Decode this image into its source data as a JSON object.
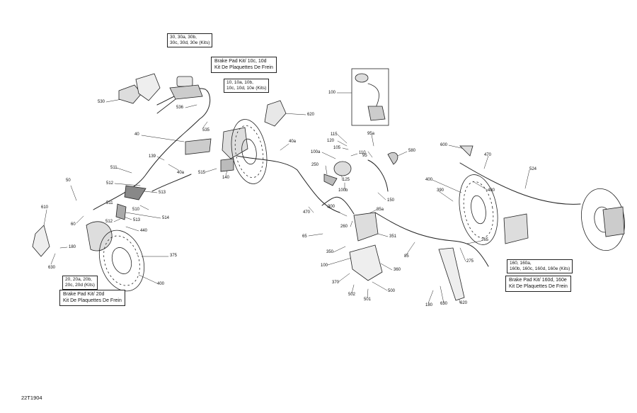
{
  "drawing_code": "22T1904",
  "kit_boxes": {
    "front_top": {
      "line1": "Brake Pad Kit/ 10c, 10d",
      "line2": "Kit De Plaquettes De Frein"
    },
    "front_left": {
      "line1": "Brake Pad Kit/ 20d",
      "line2": "Kit De Plaquettes De Frein"
    },
    "rear_right": {
      "line1": "Brake Pad Kit/ 160d, 160e",
      "line2": "Kit De Plaquettes De Frein"
    }
  },
  "ref_boxes": {
    "r30": {
      "line1": "30, 30a, 30b,",
      "line2": "30c, 30d, 30e (Kits)"
    },
    "r10": {
      "line1": "10, 10a, 10b,",
      "line2": "10c, 10d, 10e (Kits)"
    },
    "r20": {
      "line1": "20, 20a, 20b,",
      "line2": "20c, 20d (Kits)"
    },
    "r160": {
      "line1": "160, 160a,",
      "line2": "160b, 160c, 160d, 160e (Kits)"
    }
  },
  "callouts": [
    {
      "id": "530",
      "text": "530"
    },
    {
      "id": "536",
      "text": "536"
    },
    {
      "id": "535",
      "text": "535"
    },
    {
      "id": "40",
      "text": "40"
    },
    {
      "id": "139",
      "text": "139"
    },
    {
      "id": "511",
      "text": "511"
    },
    {
      "id": "40a_l",
      "text": "40a"
    },
    {
      "id": "515",
      "text": "515"
    },
    {
      "id": "140",
      "text": "140"
    },
    {
      "id": "512",
      "text": "512"
    },
    {
      "id": "513",
      "text": "513"
    },
    {
      "id": "50",
      "text": "50"
    },
    {
      "id": "510",
      "text": "510"
    },
    {
      "id": "511b",
      "text": "511"
    },
    {
      "id": "514",
      "text": "514"
    },
    {
      "id": "60",
      "text": "60"
    },
    {
      "id": "512b",
      "text": "512"
    },
    {
      "id": "513b",
      "text": "513"
    },
    {
      "id": "440",
      "text": "440"
    },
    {
      "id": "610",
      "text": "610"
    },
    {
      "id": "180",
      "text": "180"
    },
    {
      "id": "630",
      "text": "630"
    },
    {
      "id": "375",
      "text": "375"
    },
    {
      "id": "400",
      "text": "400"
    },
    {
      "id": "620",
      "text": "620"
    },
    {
      "id": "100",
      "text": "100"
    },
    {
      "id": "40a_r",
      "text": "40a"
    },
    {
      "id": "115",
      "text": "115"
    },
    {
      "id": "120",
      "text": "120"
    },
    {
      "id": "105",
      "text": "105"
    },
    {
      "id": "100a",
      "text": "100a"
    },
    {
      "id": "110",
      "text": "110"
    },
    {
      "id": "125",
      "text": "125"
    },
    {
      "id": "250",
      "text": "250"
    },
    {
      "id": "100b",
      "text": "100b"
    },
    {
      "id": "95a",
      "text": "95a"
    },
    {
      "id": "95",
      "text": "95"
    },
    {
      "id": "580",
      "text": "580"
    },
    {
      "id": "150",
      "text": "150"
    },
    {
      "id": "470",
      "text": "470"
    },
    {
      "id": "300",
      "text": "300"
    },
    {
      "id": "85a",
      "text": "85a"
    },
    {
      "id": "260",
      "text": "260"
    },
    {
      "id": "65",
      "text": "65"
    },
    {
      "id": "351",
      "text": "351"
    },
    {
      "id": "350",
      "text": "350"
    },
    {
      "id": "85",
      "text": "85"
    },
    {
      "id": "100c",
      "text": "100"
    },
    {
      "id": "360",
      "text": "360"
    },
    {
      "id": "370",
      "text": "370"
    },
    {
      "id": "502",
      "text": "502"
    },
    {
      "id": "500",
      "text": "500"
    },
    {
      "id": "501",
      "text": "501"
    },
    {
      "id": "600",
      "text": "600"
    },
    {
      "id": "470b",
      "text": "470"
    },
    {
      "id": "524",
      "text": "524"
    },
    {
      "id": "480",
      "text": "480"
    },
    {
      "id": "400b",
      "text": "400"
    },
    {
      "id": "390",
      "text": "390"
    },
    {
      "id": "265",
      "text": "265"
    },
    {
      "id": "275",
      "text": "275"
    },
    {
      "id": "180b",
      "text": "180"
    },
    {
      "id": "630b",
      "text": "630"
    },
    {
      "id": "620b",
      "text": "620"
    }
  ]
}
